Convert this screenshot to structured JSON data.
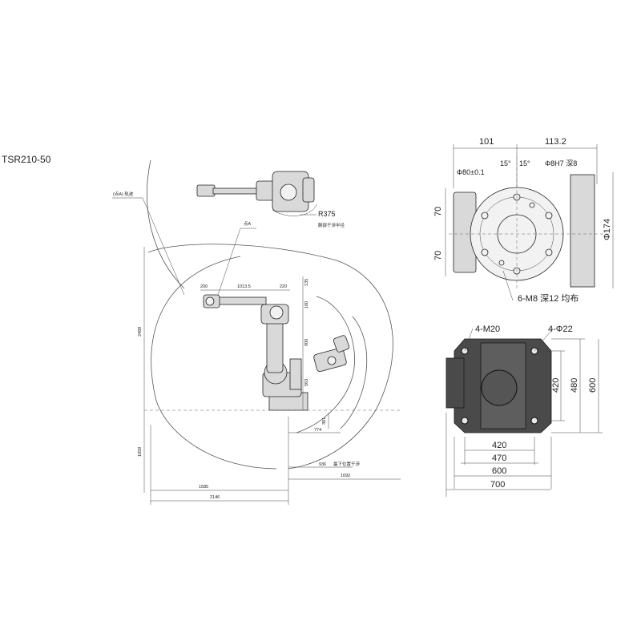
{
  "model_name": "TSR210-50",
  "side_view": {
    "envelope_label": "(点A) 轨迹",
    "point_a_label": "点A",
    "r375_label": "R375",
    "r375_note": "腕部干涉半径",
    "dims": {
      "d200": "200",
      "d1013": "1013.5",
      "d220": "220",
      "d135": "135",
      "d160": "160",
      "d900": "900",
      "d563": "563",
      "d381": "381",
      "d774": "774",
      "d936": "936",
      "d1692": "1692",
      "d1585": "1585",
      "d2146": "2146",
      "d2489": "2489",
      "d1059": "1059",
      "d936_note": "最下位置干涉"
    }
  },
  "flange_view": {
    "d101": "101",
    "d113": "113.2",
    "phi80": "Φ80±0.1",
    "angle1": "15°",
    "angle2": "15°",
    "phi8": "Φ8H7 深8",
    "d70a": "70",
    "d70b": "70",
    "phi174": "Φ174",
    "m8_note": "6-M8 深12 均布"
  },
  "base_view": {
    "m20": "4-M20",
    "phi22": "4-Φ22",
    "d420v": "420",
    "d480v": "480",
    "d600v": "600",
    "d420h": "420",
    "d470h": "470",
    "d600h": "600",
    "d700h": "700"
  }
}
